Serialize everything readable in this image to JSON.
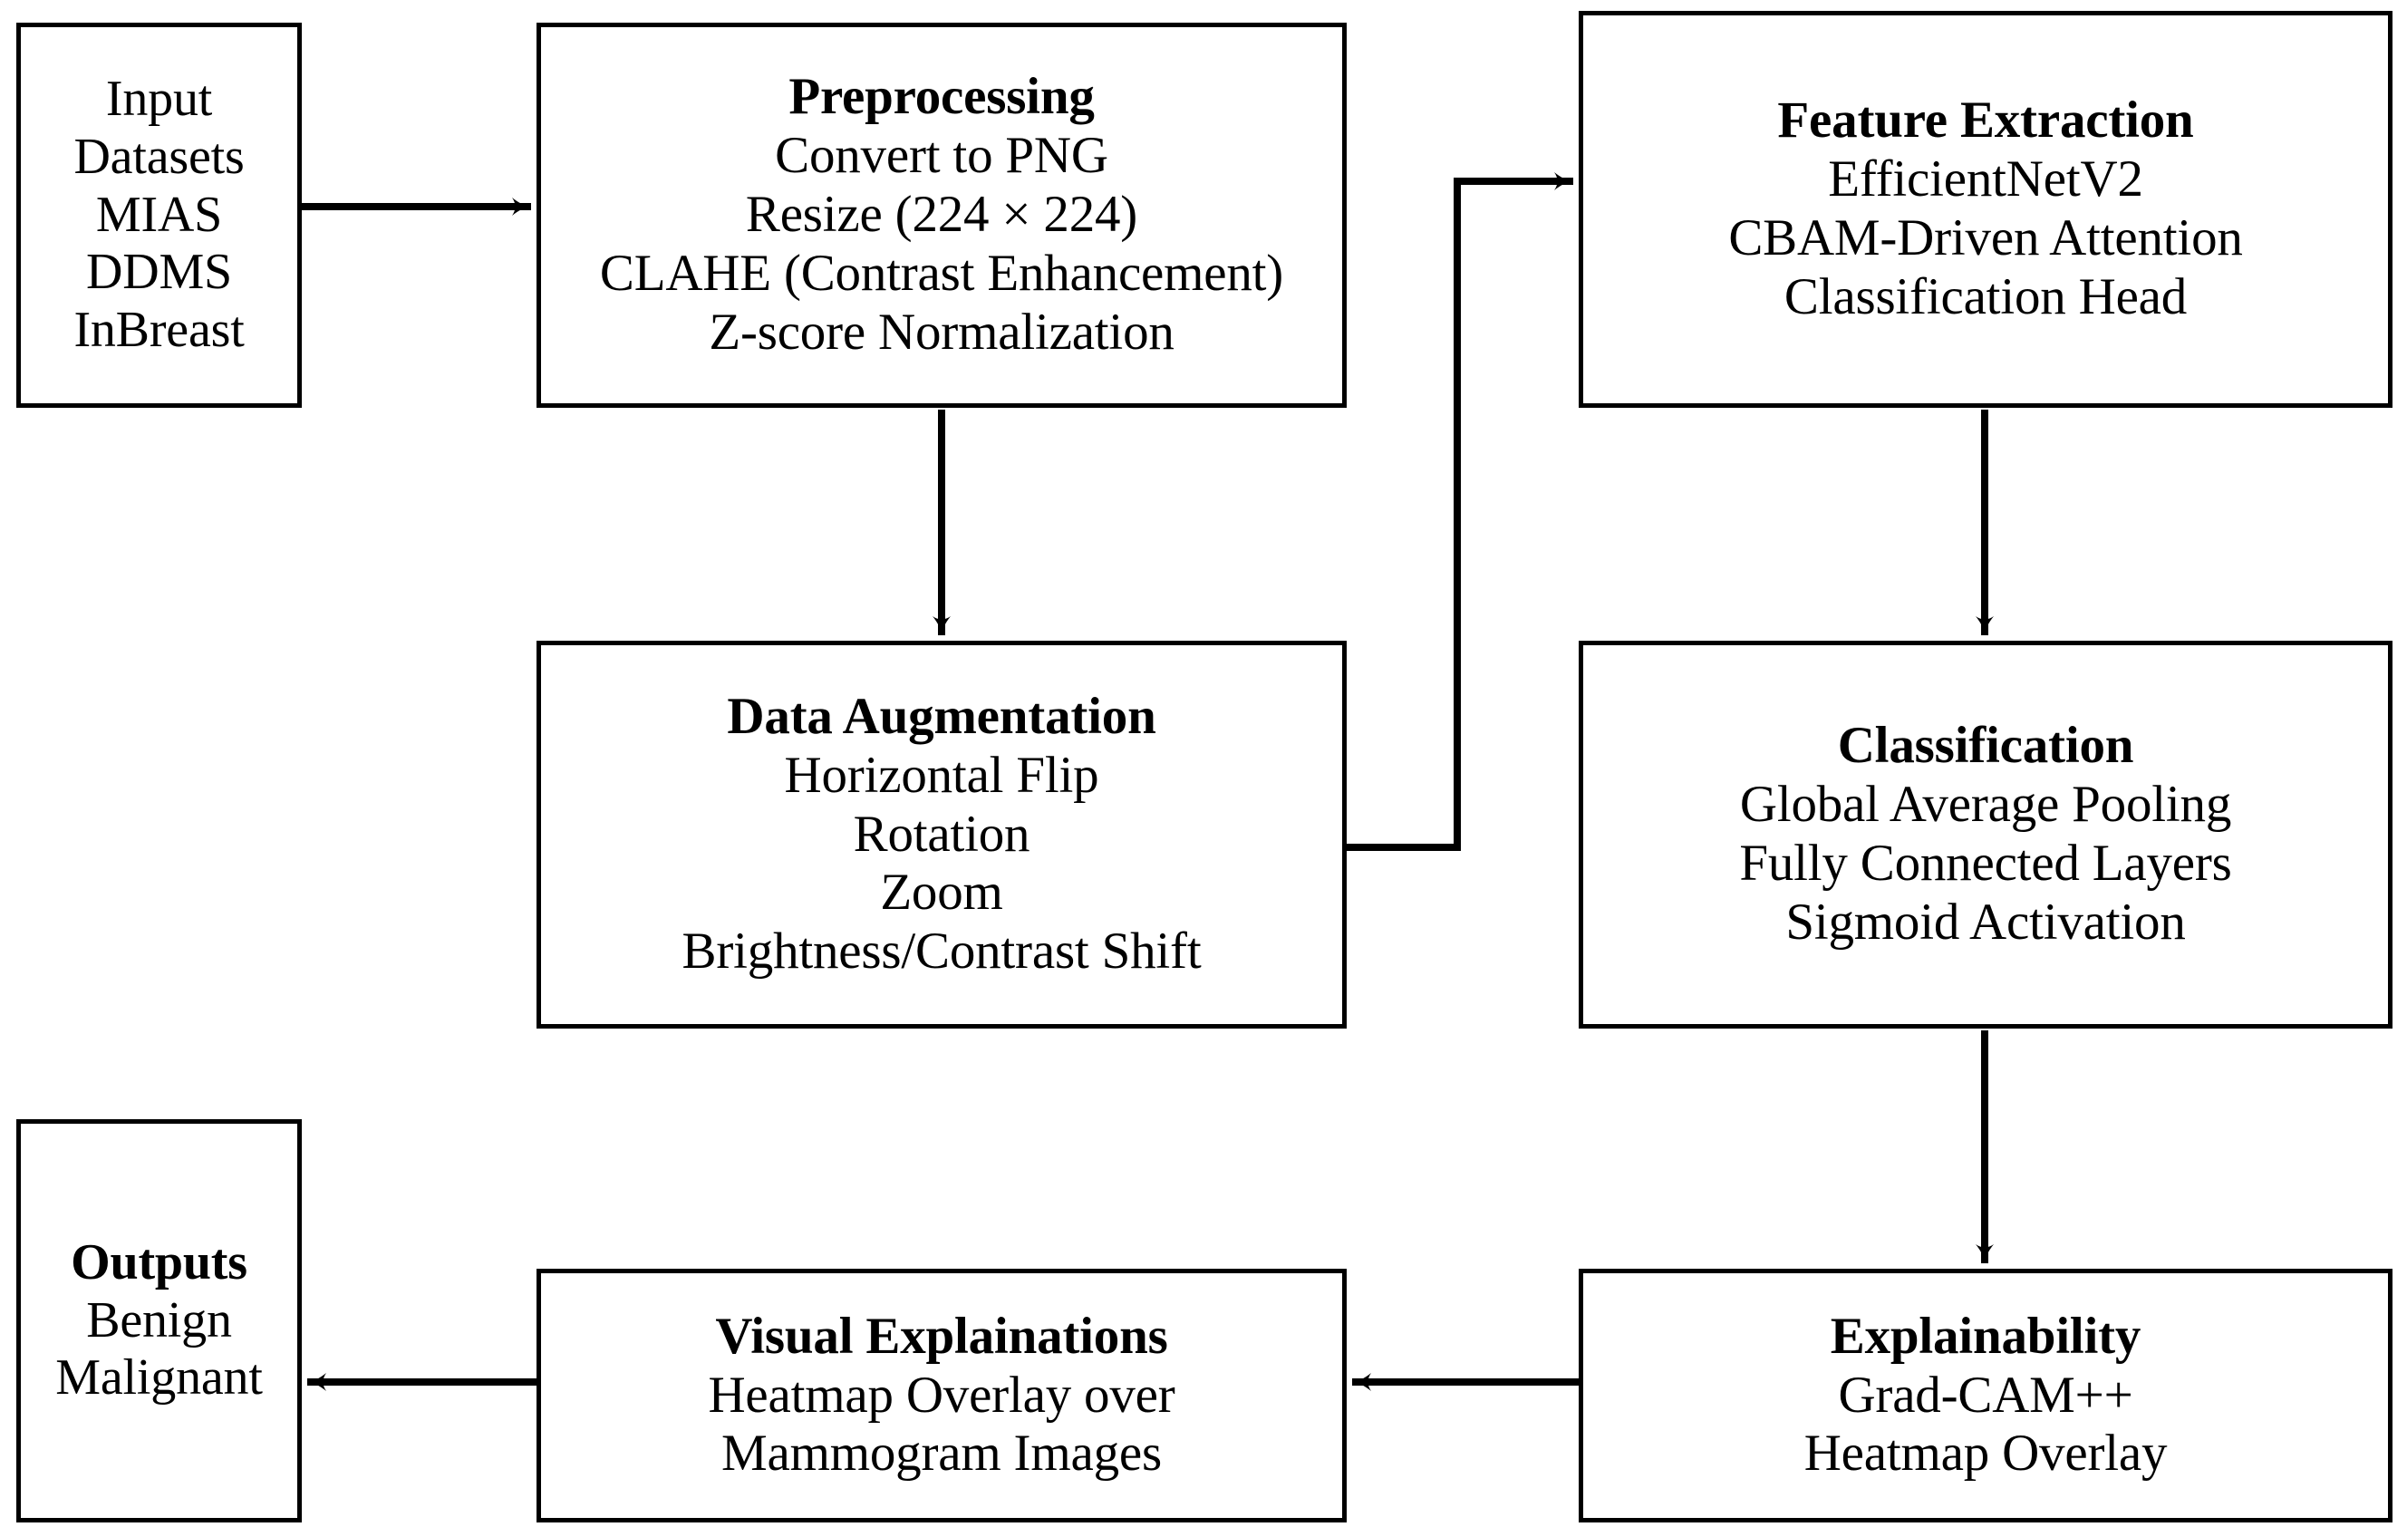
{
  "diagram": {
    "title": "Breast cancer mammogram classification pipeline flowchart",
    "nodes": {
      "input": {
        "name": "Input Datasets",
        "lines": [
          "Input",
          "Datasets",
          "MIAS",
          "DDMS",
          "InBreast"
        ]
      },
      "preprocessing": {
        "title": "Preprocessing",
        "lines": [
          "Convert to PNG",
          "Resize (224 × 224)",
          "CLAHE (Contrast Enhancement)",
          "Z-score Normalization"
        ]
      },
      "feature_extraction": {
        "title": "Feature Extraction",
        "lines": [
          "EfficientNetV2",
          "CBAM-Driven Attention",
          "Classification Head"
        ]
      },
      "data_augmentation": {
        "title": "Data Augmentation",
        "lines": [
          "Horizontal Flip",
          "Rotation",
          "Zoom",
          "Brightness/Contrast Shift"
        ]
      },
      "classification": {
        "title": "Classification",
        "lines": [
          "Global Average Pooling",
          "Fully Connected Layers",
          "Sigmoid Activation"
        ]
      },
      "outputs": {
        "title": "Outputs",
        "lines": [
          "Benign",
          "Malignant"
        ]
      },
      "visual_explanations": {
        "title": "Visual Explainations",
        "lines": [
          "Heatmap Overlay over",
          "Mammogram Images"
        ]
      },
      "explainability": {
        "title": "Explainability",
        "lines": [
          "Grad-CAM++",
          "Heatmap Overlay"
        ]
      }
    },
    "edges": [
      {
        "from": "input",
        "to": "preprocessing",
        "kind": "arrow-right"
      },
      {
        "from": "preprocessing",
        "to": "data_augmentation",
        "kind": "arrow-down"
      },
      {
        "from": "data_augmentation",
        "to": "feature_extraction",
        "kind": "arrow-elbow-right-up-right"
      },
      {
        "from": "feature_extraction",
        "to": "classification",
        "kind": "arrow-down"
      },
      {
        "from": "classification",
        "to": "explainability",
        "kind": "arrow-down"
      },
      {
        "from": "explainability",
        "to": "visual_explanations",
        "kind": "arrow-left"
      },
      {
        "from": "visual_explanations",
        "to": "outputs",
        "kind": "arrow-left"
      }
    ],
    "style": {
      "stroke": "#000000",
      "fill": "#ffffff",
      "background": "#ffffff"
    }
  }
}
